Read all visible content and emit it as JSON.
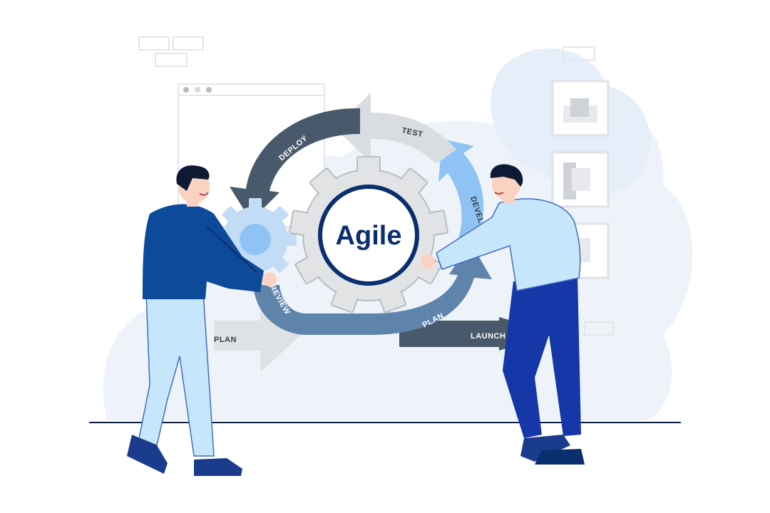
{
  "center_label": "Agile",
  "stages": {
    "test": "TEST",
    "deploy": "DEPLOY",
    "develop": "DEVELOP",
    "review": "REVIEW",
    "plan": "PLAN",
    "launch": "LAUNCH",
    "plan_start": "PLAN"
  },
  "colors": {
    "navy": "#0a2e6e",
    "dark_slate": "#47596a",
    "light_grey_arrow": "#d9dde1",
    "light_blue_arrow": "#8fc3f5",
    "steel_blue_arrow": "#5f84ac",
    "gear_grey": "#e1e3e5",
    "gear_blue": "#c3dcf5",
    "background_blob": "#eef3fa",
    "shirt_dark": "#0d4a9a",
    "shirt_light": "#c6e6fb",
    "pants_dark": "#1537a8",
    "floor_line": "#0a1e3c"
  }
}
